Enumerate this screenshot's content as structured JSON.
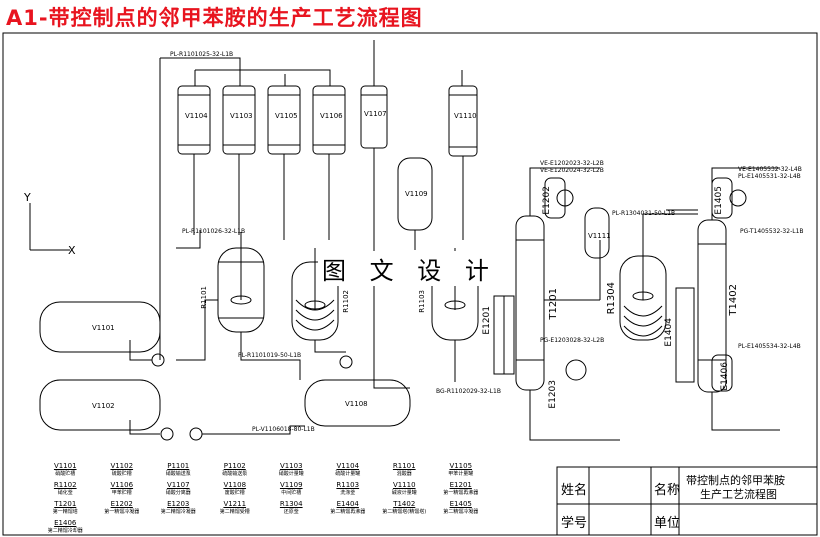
{
  "title": "A1-带控制点的邻甲苯胺的生产工艺流程图",
  "watermark": "图 文 设 计",
  "colors": {
    "title": "#e8141f",
    "line": "#000000"
  },
  "vessels_top": [
    "V1104",
    "V1103",
    "V1105",
    "V1106",
    "V1107",
    "V1110",
    "V1109",
    "V1111"
  ],
  "vessels_horizontal": [
    "V1101",
    "V1102",
    "V1108"
  ],
  "reactors": [
    "R1101",
    "R1102",
    "R1103",
    "R1304"
  ],
  "columns": [
    "T1201",
    "T1402"
  ],
  "exchangers": [
    "E1201",
    "E1202",
    "E1203",
    "E1404",
    "E1405",
    "E1406"
  ],
  "pipe_labels": {
    "p1": "PL-R1101025-32-L1B",
    "p2": "PL-R1101026-32-L1B",
    "p3": "PL-V1106018-80-L1B",
    "p4": "PL-R1101019-50-L1B",
    "p5": "VE-E1202023-32-L2B",
    "p6": "VE-E1202024-32-L2B",
    "p7": "VE-E1405532-32-L4B",
    "p8": "PL-E1405531-32-L4B",
    "p9": "PL-R1304031-50-L1B",
    "p10": "PG-T1405532-32-L1B",
    "p11": "PG-E1203028-32-L2B",
    "p12": "PL-E1405534-32-L4B",
    "p13": "BG-R1102029-32-L1B"
  },
  "legend": [
    {
      "tag": "V1101",
      "desc": "硝酸贮槽"
    },
    {
      "tag": "V1102",
      "desc": "硫酸贮槽"
    },
    {
      "tag": "P1101",
      "desc": "硝酸输送泵"
    },
    {
      "tag": "P1102",
      "desc": "硫酸输送泵"
    },
    {
      "tag": "V1103",
      "desc": "硝酸计量罐"
    },
    {
      "tag": "V1104",
      "desc": "硫酸计量罐"
    },
    {
      "tag": "R1101",
      "desc": "混酸器"
    },
    {
      "tag": "V1105",
      "desc": "甲苯计量罐"
    },
    {
      "tag": "R1102",
      "desc": "硝化釜"
    },
    {
      "tag": "V1106",
      "desc": "甲苯贮槽"
    },
    {
      "tag": "V1107",
      "desc": "硝酸分离器"
    },
    {
      "tag": "V1108",
      "desc": "废酸贮槽"
    },
    {
      "tag": "V1109",
      "desc": "中间贮槽"
    },
    {
      "tag": "R1103",
      "desc": "洗涤釜"
    },
    {
      "tag": "V1110",
      "desc": "碱液计量罐"
    },
    {
      "tag": "E1201",
      "desc": "第一精馏再沸器"
    },
    {
      "tag": "T1201",
      "desc": "第一精馏塔"
    },
    {
      "tag": "E1202",
      "desc": "第一精馏冷凝器"
    },
    {
      "tag": "E1203",
      "desc": "第二精馏冷凝器"
    },
    {
      "tag": "V1211",
      "desc": "第二精馏受槽"
    },
    {
      "tag": "R1304",
      "desc": "还原釜"
    },
    {
      "tag": "E1404",
      "desc": "第二精馏再沸器"
    },
    {
      "tag": "T1402",
      "desc": "第二精馏塔(精馏塔)"
    },
    {
      "tag": "E1405",
      "desc": "第二精馏冷凝器"
    },
    {
      "tag": "E1406",
      "desc": "第二精馏冷却器"
    }
  ],
  "title_block": {
    "name_label": "姓名",
    "number_label": "学号",
    "title_label": "名称",
    "unit_label": "单位",
    "drawing_title_1": "带控制点的邻甲苯胺",
    "drawing_title_2": "生产工艺流程图"
  },
  "axis": {
    "y": "Y",
    "x": "X"
  }
}
